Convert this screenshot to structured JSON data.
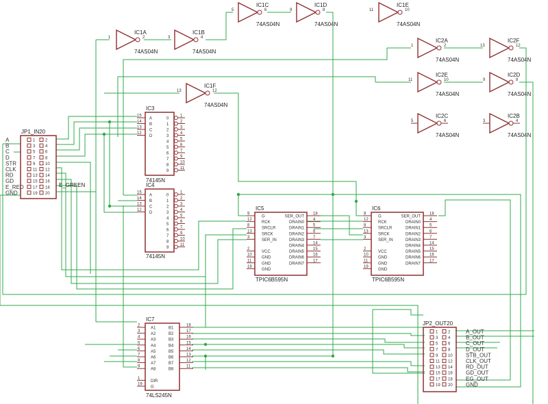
{
  "gates": {
    "ic1a": {
      "name": "IC1A",
      "type": "74AS04N",
      "pin_in": "1",
      "pin_out": "2"
    },
    "ic1b": {
      "name": "IC1B",
      "type": "74AS04N",
      "pin_in": "3",
      "pin_out": "4"
    },
    "ic1c": {
      "name": "IC1C",
      "type": "74AS04N",
      "pin_in": "5",
      "pin_out": "6"
    },
    "ic1d": {
      "name": "IC1D",
      "type": "74AS04N",
      "pin_in": "9",
      "pin_out": "8"
    },
    "ic1e": {
      "name": "IC1E",
      "type": "74AS04N",
      "pin_in": "11",
      "pin_out": "10"
    },
    "ic1f": {
      "name": "IC1F",
      "type": "74AS04N",
      "pin_in": "13",
      "pin_out": "12"
    },
    "ic2a": {
      "name": "IC2A",
      "type": "74AS04N",
      "pin_in": "1",
      "pin_out": "2"
    },
    "ic2f": {
      "name": "IC2F",
      "type": "74AS04N",
      "pin_in": "13",
      "pin_out": "12"
    },
    "ic2e": {
      "name": "IC2E",
      "type": "74AS04N",
      "pin_in": "11",
      "pin_out": "10"
    },
    "ic2d": {
      "name": "IC2D",
      "type": "74AS04N",
      "pin_in": "9",
      "pin_out": "8"
    },
    "ic2c": {
      "name": "IC2C",
      "type": "74AS04N",
      "pin_in": "5",
      "pin_out": "6"
    },
    "ic2b": {
      "name": "IC2B",
      "type": "74AS04N",
      "pin_in": "3",
      "pin_out": "4"
    }
  },
  "ic3": {
    "name": "IC3",
    "type": "74145N",
    "inputs": [
      "A",
      "B",
      "C",
      "D"
    ],
    "input_pins": [
      "15",
      "14",
      "13",
      "12"
    ],
    "outputs": [
      "0",
      "1",
      "2",
      "3",
      "4",
      "5",
      "6",
      "7",
      "8",
      "9"
    ],
    "output_pins": [
      "1",
      "2",
      "3",
      "4",
      "5",
      "6",
      "7",
      "9",
      "10",
      "11"
    ]
  },
  "ic4": {
    "name": "IC4",
    "type": "74145N",
    "inputs": [
      "A",
      "B",
      "C",
      "D"
    ],
    "input_pins": [
      "15",
      "14",
      "13",
      "12"
    ],
    "outputs": [
      "0",
      "1",
      "2",
      "3",
      "4",
      "5",
      "6",
      "7",
      "8",
      "9"
    ],
    "output_pins": [
      "1",
      "2",
      "3",
      "4",
      "5",
      "6",
      "7",
      "9",
      "10",
      "11"
    ]
  },
  "ic5": {
    "name": "IC5",
    "type": "TPIC6B595N",
    "left": [
      "G",
      "RCK",
      "SRCLR",
      "SRCK",
      "SER_IN",
      "",
      "VCC",
      "GND",
      "GND",
      "GND"
    ],
    "left_pins": [
      "9",
      "12",
      "8",
      "13",
      "3",
      "",
      "2",
      "10",
      "11",
      "19"
    ],
    "right": [
      "SER_OUT",
      "DRAIN0",
      "DRAIN1",
      "DRAIN2",
      "DRAIN3",
      "DRAIN4",
      "DRAIN5",
      "DRAIN6",
      "DRAIN7"
    ],
    "right_pins": [
      "18",
      "4",
      "5",
      "6",
      "7",
      "14",
      "15",
      "16",
      "17"
    ]
  },
  "ic6": {
    "name": "IC6",
    "type": "TPIC6B595N",
    "left": [
      "G",
      "RCK",
      "SRCLR",
      "SRCK",
      "SER_IN",
      "",
      "VCC",
      "GND",
      "GND",
      "GND"
    ],
    "left_pins": [
      "9",
      "12",
      "8",
      "13",
      "3",
      "",
      "2",
      "10",
      "11",
      "19"
    ],
    "right": [
      "SER_OUT",
      "DRAIN0",
      "DRAIN1",
      "DRAIN2",
      "DRAIN3",
      "DRAIN4",
      "DRAIN5",
      "DRAIN6",
      "DRAIN7"
    ],
    "right_pins": [
      "18",
      "4",
      "5",
      "6",
      "7",
      "14",
      "15",
      "16",
      "17"
    ]
  },
  "ic7": {
    "name": "IC7",
    "type": "74LS245N",
    "left": [
      "A1",
      "A2",
      "A3",
      "A4",
      "A5",
      "A6",
      "A7",
      "A8",
      "",
      "DIR",
      "G"
    ],
    "left_pins": [
      "2",
      "3",
      "4",
      "5",
      "6",
      "7",
      "8",
      "9",
      "",
      "1",
      "19"
    ],
    "right": [
      "B1",
      "B2",
      "B3",
      "B4",
      "B5",
      "B6",
      "B7",
      "B8"
    ],
    "right_pins": [
      "18",
      "17",
      "16",
      "15",
      "14",
      "13",
      "12",
      "11"
    ]
  },
  "jp1": {
    "name": "JP1_IN20",
    "signals": [
      "A",
      "B",
      "C",
      "D",
      "STR",
      "CLK",
      "RD",
      "GD",
      "E_RED",
      "GND"
    ],
    "extra_label": "E_GREEN",
    "pin_rows": [
      [
        "1",
        "2"
      ],
      [
        "3",
        "4"
      ],
      [
        "5",
        "6"
      ],
      [
        "7",
        "8"
      ],
      [
        "9",
        "10"
      ],
      [
        "11",
        "12"
      ],
      [
        "13",
        "14"
      ],
      [
        "15",
        "16"
      ],
      [
        "17",
        "18"
      ],
      [
        "19",
        "20"
      ]
    ]
  },
  "jp2": {
    "name": "JP2_OUT20",
    "signals": [
      "A_OUT",
      "B_OUT",
      "C_OUT",
      "D_OUT",
      "STB_OUT",
      "CLK_OUT",
      "RD_OUT",
      "GD_OUT",
      "EG_OUT",
      "GND"
    ],
    "pin_rows": [
      [
        "1",
        "2"
      ],
      [
        "3",
        "4"
      ],
      [
        "5",
        "6"
      ],
      [
        "7",
        "8"
      ],
      [
        "9",
        "10"
      ],
      [
        "11",
        "12"
      ],
      [
        "13",
        "14"
      ],
      [
        "15",
        "16"
      ],
      [
        "17",
        "18"
      ],
      [
        "19",
        "20"
      ]
    ]
  },
  "colors": {
    "wire": "#2ea84a",
    "part": "#8e2f2f",
    "text": "#222222"
  }
}
